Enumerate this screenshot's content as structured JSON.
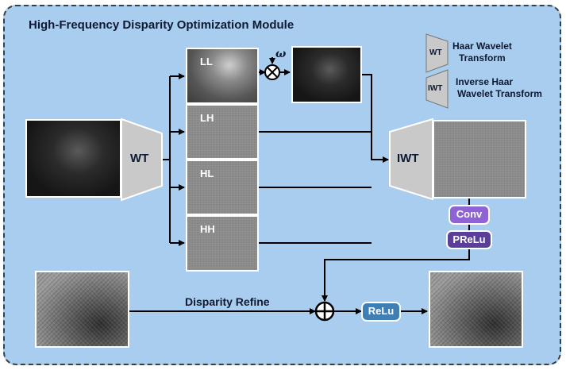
{
  "title": "High-Frequency Disparity Optimization Module",
  "legend": {
    "wt_symbol": "WT",
    "wt_text_line1": "Haar Wavelet",
    "wt_text_line2": "Transform",
    "iwt_symbol": "IWT",
    "iwt_text_line1": "Inverse Haar",
    "iwt_text_line2": "Wavelet Transform"
  },
  "blocks": {
    "wt": "WT",
    "iwt": "IWT",
    "conv": "Conv",
    "prelu": "PReLu",
    "relu": "ReLu"
  },
  "bands": [
    "LL",
    "LH",
    "HL",
    "HH"
  ],
  "weight_symbol": "ω",
  "path_label": "Disparity Refine",
  "colors": {
    "panel_bg": "#a9cdee",
    "trapezoid": "#c9c9c9",
    "conv": "#8e63d3",
    "prelu": "#5a3f9a",
    "relu": "#3f7fb3",
    "arrow": "#000000"
  }
}
